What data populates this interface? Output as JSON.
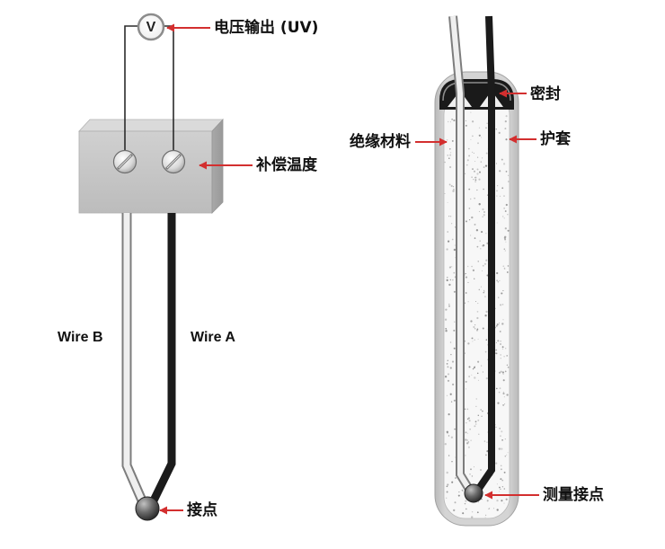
{
  "colors": {
    "annotation_arrow": "#d32f2f",
    "wire_a": "#1b1b1b",
    "wire_b": "#efefef",
    "wire_b_outline": "#7d7d7d",
    "seal": "#1a1a1a",
    "background": "#ffffff"
  },
  "thermocouple_circuit": {
    "voltmeter": {
      "symbol": "V",
      "label": "电压输出 (UV)"
    },
    "compensation_block": {
      "label": "补偿温度"
    },
    "wire_b": {
      "label": "Wire B"
    },
    "wire_a": {
      "label": "Wire A"
    },
    "junction": {
      "label": "接点"
    }
  },
  "sheathed_probe": {
    "seal": {
      "label": "密封"
    },
    "sheath": {
      "label": "护套"
    },
    "insulation": {
      "label": "绝缘材料"
    },
    "measuring_junction": {
      "label": "测量接点"
    }
  }
}
